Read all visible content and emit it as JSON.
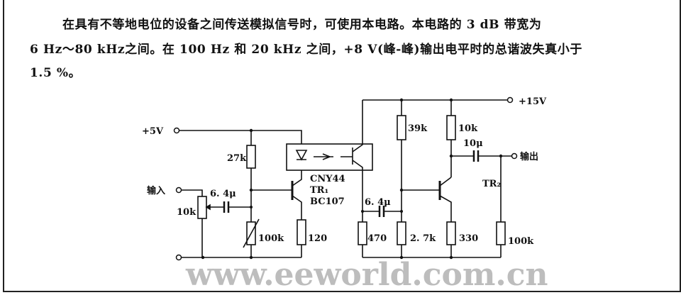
{
  "description": {
    "lines": [
      "在具有不等地电位的设备之间传送模拟信号时，可使用本电路。本电路的 3 dB 带宽为",
      "6 Hz～80 kHz之间。在 100 Hz 和 20 kHz 之间，+8 V(峰-峰)输出电平时的总谐波失真小于",
      "1.5 %。"
    ]
  },
  "watermark": "www.eeworld.com.cn",
  "circuit": {
    "supply_5v": "+5V",
    "supply_15v": "+15V",
    "input": "输入",
    "output": "输出",
    "r_pot": "10k",
    "c_in": "6. 4μ",
    "r_27k": "27k",
    "r_100k_var": "100k",
    "r_120": "120",
    "opto": "CNY44",
    "tr1": "TR₁",
    "tr1_type": "BC107",
    "r_39k": "39k",
    "r_10k": "10k",
    "c_out": "10μ",
    "tr2": "TR₂",
    "c_mid": "6. 4μ",
    "r_470": "470",
    "r_2k7": "2. 7k",
    "r_330": "330",
    "r_100k": "100k"
  }
}
